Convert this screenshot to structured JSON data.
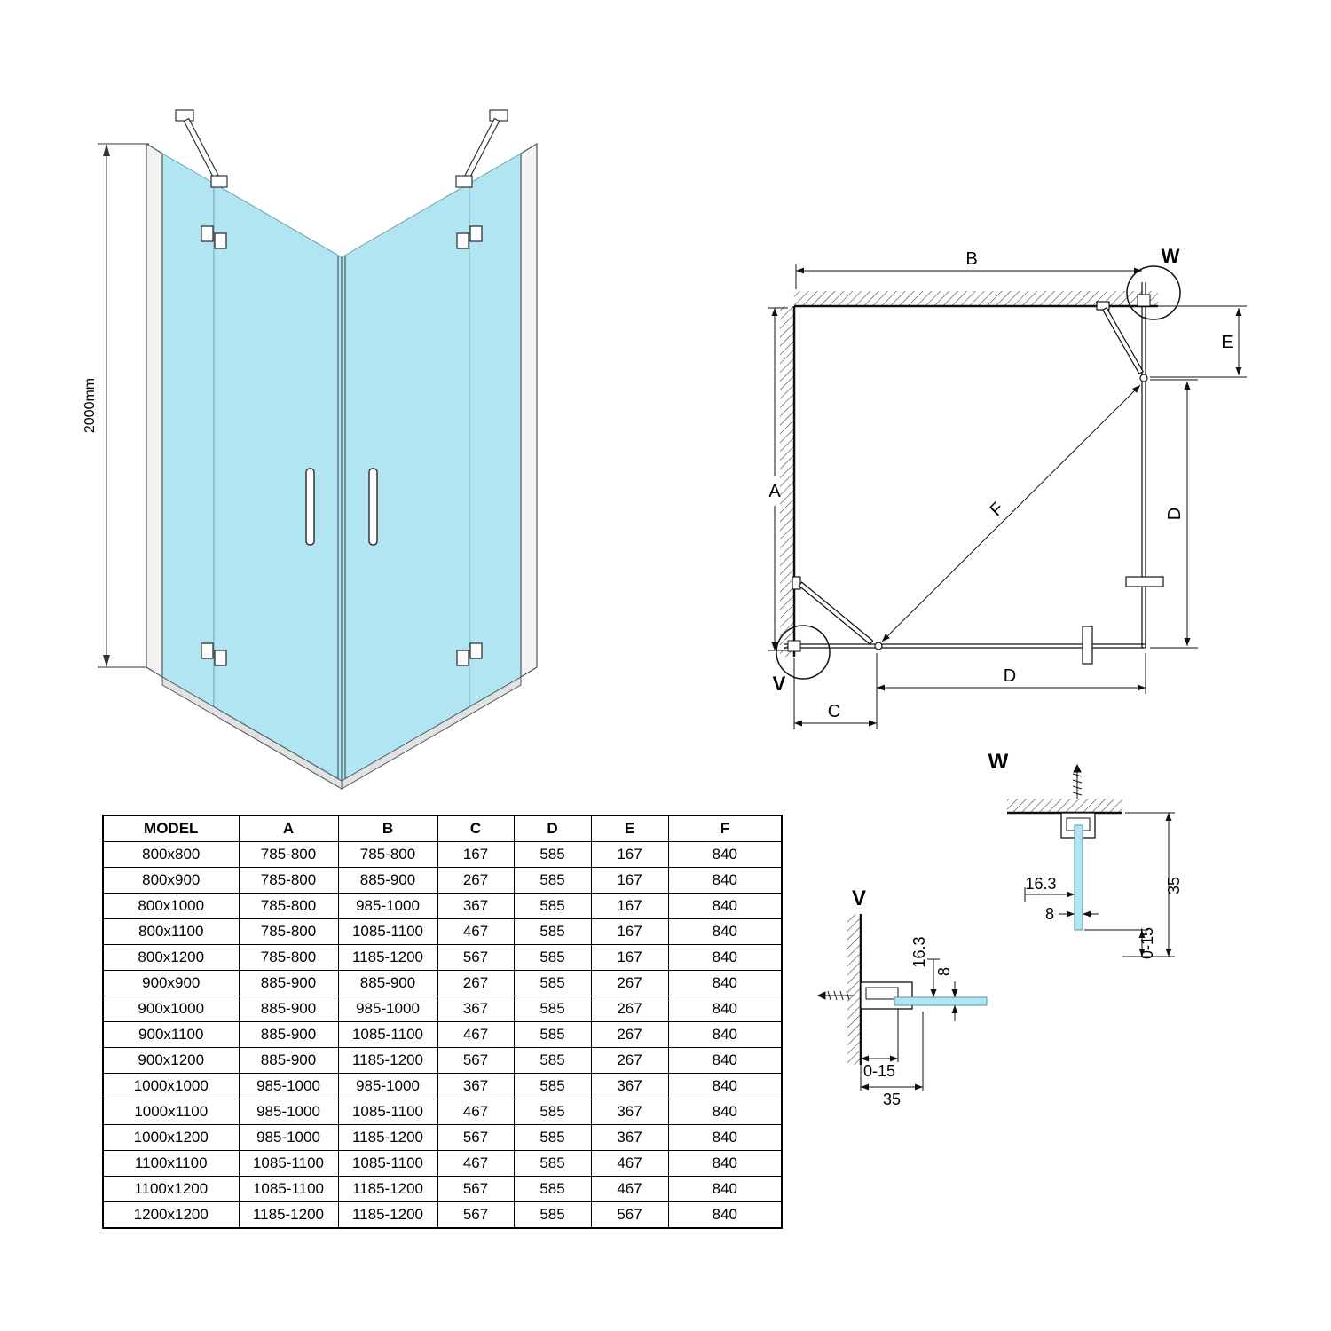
{
  "iso_view": {
    "height_dimension": "2000mm"
  },
  "plan_view": {
    "dim_a": "A",
    "dim_b": "B",
    "dim_c": "C",
    "dim_d_bottom": "D",
    "dim_d_right": "D",
    "dim_e": "E",
    "dim_f": "F",
    "detail_w_label": "W",
    "detail_v_label": "V"
  },
  "detail_w": {
    "title": "W",
    "dims": {
      "glass_inset": "16.3",
      "glass_thickness": "8",
      "adjustment": "0-15",
      "profile": "35"
    }
  },
  "detail_v": {
    "title": "V",
    "dims": {
      "glass_inset": "16.3",
      "glass_thickness": "8",
      "adjustment": "0-15",
      "profile": "35"
    }
  },
  "colors": {
    "glass": "#b2e5f2",
    "line": "#111111"
  },
  "table": {
    "headers": [
      "MODEL",
      "A",
      "B",
      "C",
      "D",
      "E",
      "F"
    ],
    "rows": [
      [
        "800x800",
        "785-800",
        "785-800",
        "167",
        "585",
        "167",
        "840"
      ],
      [
        "800x900",
        "785-800",
        "885-900",
        "267",
        "585",
        "167",
        "840"
      ],
      [
        "800x1000",
        "785-800",
        "985-1000",
        "367",
        "585",
        "167",
        "840"
      ],
      [
        "800x1100",
        "785-800",
        "1085-1100",
        "467",
        "585",
        "167",
        "840"
      ],
      [
        "800x1200",
        "785-800",
        "1185-1200",
        "567",
        "585",
        "167",
        "840"
      ],
      [
        "900x900",
        "885-900",
        "885-900",
        "267",
        "585",
        "267",
        "840"
      ],
      [
        "900x1000",
        "885-900",
        "985-1000",
        "367",
        "585",
        "267",
        "840"
      ],
      [
        "900x1100",
        "885-900",
        "1085-1100",
        "467",
        "585",
        "267",
        "840"
      ],
      [
        "900x1200",
        "885-900",
        "1185-1200",
        "567",
        "585",
        "267",
        "840"
      ],
      [
        "1000x1000",
        "985-1000",
        "985-1000",
        "367",
        "585",
        "367",
        "840"
      ],
      [
        "1000x1100",
        "985-1000",
        "1085-1100",
        "467",
        "585",
        "367",
        "840"
      ],
      [
        "1000x1200",
        "985-1000",
        "1185-1200",
        "567",
        "585",
        "367",
        "840"
      ],
      [
        "1100x1100",
        "1085-1100",
        "1085-1100",
        "467",
        "585",
        "467",
        "840"
      ],
      [
        "1100x1200",
        "1085-1100",
        "1185-1200",
        "567",
        "585",
        "467",
        "840"
      ],
      [
        "1200x1200",
        "1185-1200",
        "1185-1200",
        "567",
        "585",
        "567",
        "840"
      ]
    ]
  }
}
